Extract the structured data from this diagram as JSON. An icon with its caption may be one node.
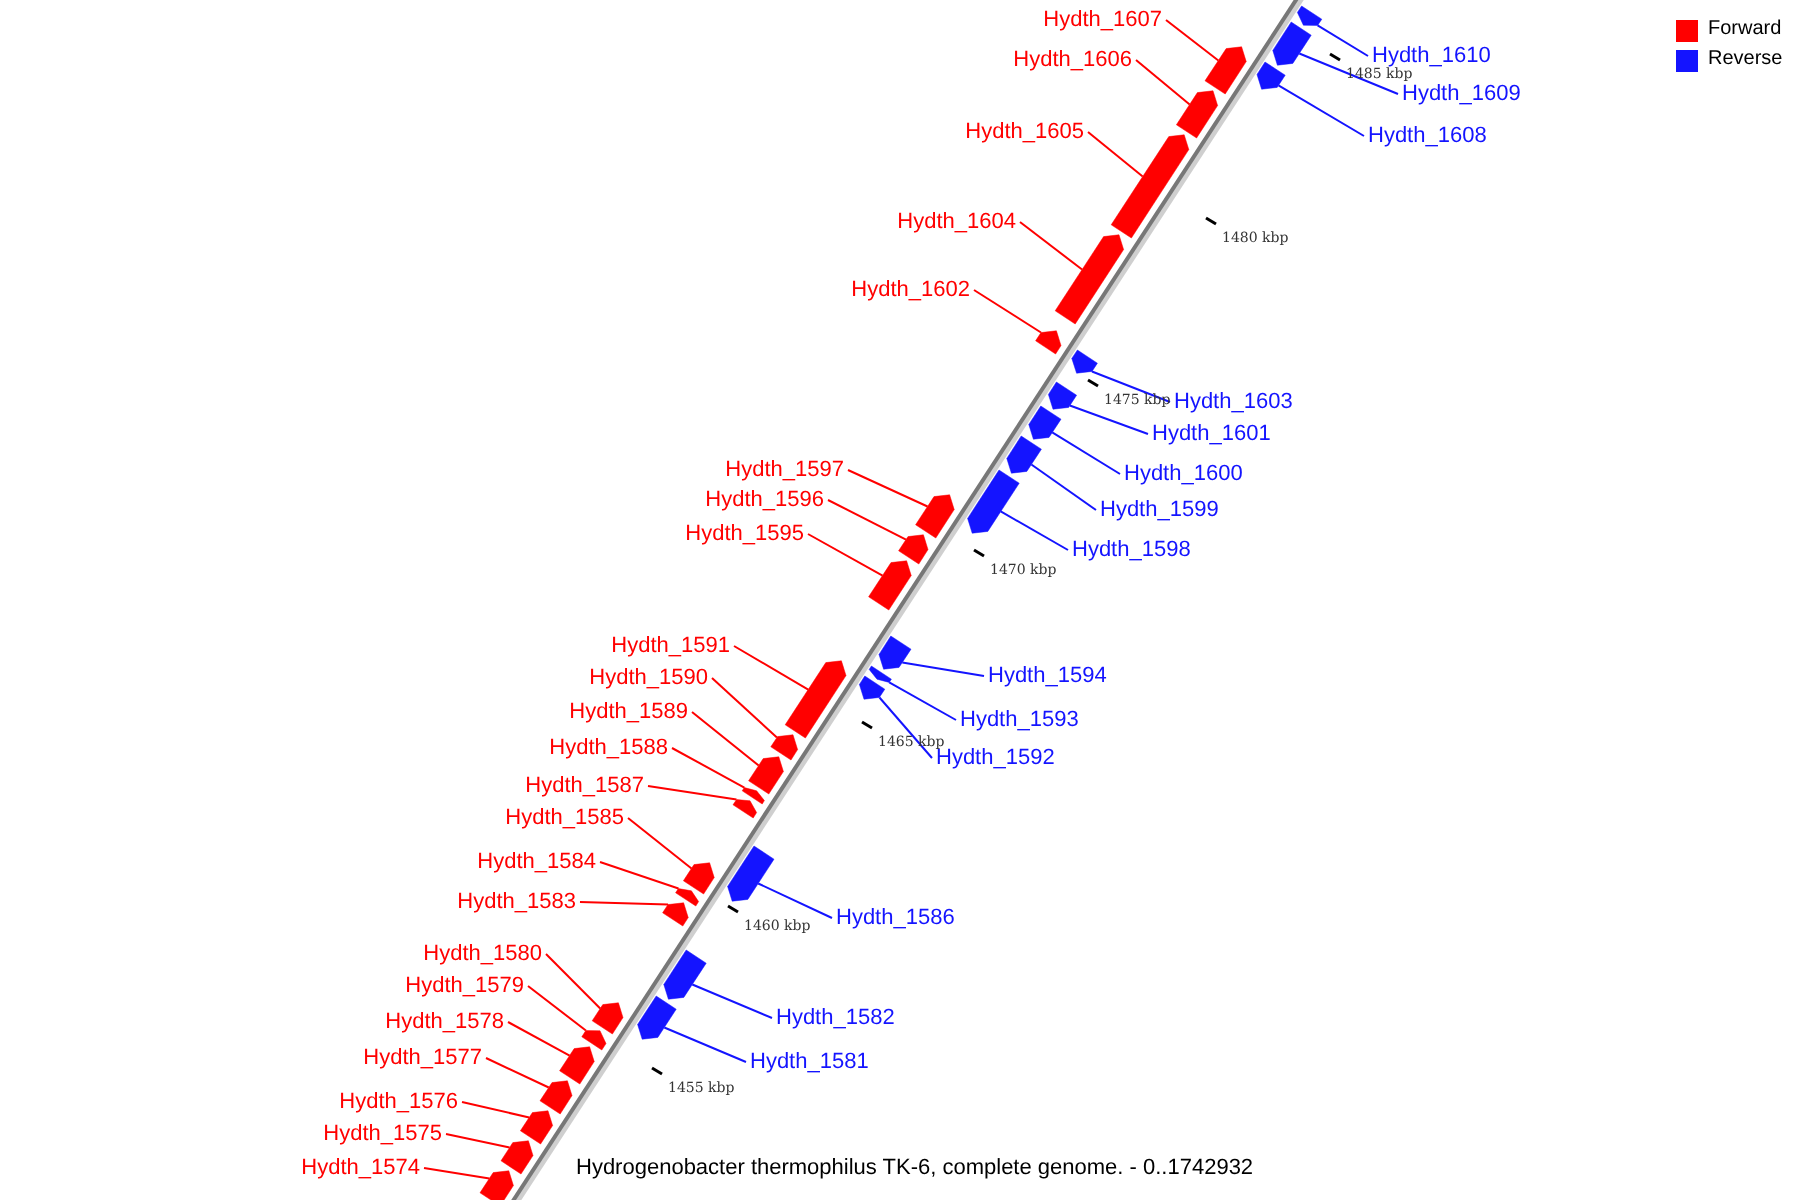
{
  "diagram": {
    "caption": "Hydrogenobacter thermophilus TK-6, complete genome. - 0..1742932",
    "nodes": [
      {
        "text": [
          "Hydth_1607"
        ]
      },
      {
        "text": [],
        "shape": "box"
      },
      {
        "text": [
          "Hydth_1610"
        ]
      },
      {
        "text": [],
        "shape": "box"
      },
      {
        "text": [
          "Hydth_1606"
        ]
      },
      {
        "text": [],
        "shape": "box"
      },
      {
        "text": [
          "Hydth_1609"
        ]
      },
      {
        "text": [],
        "shape": "box"
      },
      {
        "text": [
          "Hydth_1605"
        ]
      },
      {
        "text": [],
        "shape": "box"
      },
      {
        "text": [
          "Hydth_1608"
        ]
      },
      {
        "text": [],
        "shape": "box"
      },
      {
        "text": [
          "Hydth_1604"
        ]
      },
      {
        "text": [],
        "shape": "box"
      },
      {
        "text": [
          "Hydth_1602"
        ]
      },
      {
        "text": [],
        "shape": "box"
      },
      {
        "text": [
          "Hydth_1603"
        ]
      },
      {
        "text": [],
        "shape": "box"
      },
      {
        "text": [
          "Hydth_1601"
        ]
      },
      {
        "text": [],
        "shape": "box"
      },
      {
        "text": [
          "Hydth_1597"
        ]
      },
      {
        "text": [],
        "shape": "box"
      },
      {
        "text": [
          "Hydth_1600"
        ]
      },
      {
        "text": [],
        "shape": "box"
      },
      {
        "text": [
          "Hydth_1596"
        ]
      },
      {
        "text": [],
        "shape": "box"
      },
      {
        "text": [
          "Hydth_1599"
        ]
      },
      {
        "text": [],
        "shape": "box"
      },
      {
        "text": [
          "Hydth_1595"
        ]
      },
      {
        "text": [],
        "shape": "box"
      },
      {
        "text": [
          "Hydth_1598"
        ]
      },
      {
        "text": [],
        "shape": "box"
      },
      {
        "text": [
          "Hydth_1591"
        ]
      },
      {
        "text": [],
        "shape": "box"
      },
      {
        "text": [
          "Hydth_1594"
        ]
      },
      {
        "text": [],
        "shape": "box"
      },
      {
        "text": [
          "Hydth_1590"
        ]
      },
      {
        "text": [],
        "shape": "box"
      },
      {
        "text": [
          "Hydth_1589"
        ]
      },
      {
        "text": [],
        "shape": "box"
      },
      {
        "text": [
          "Hydth_1593"
        ]
      },
      {
        "text": [],
        "shape": "box"
      },
      {
        "text": [
          "Hydth_1588"
        ]
      },
      {
        "text": [],
        "shape": "box"
      },
      {
        "text": [
          "Hydth_1592"
        ]
      },
      {
        "text": [],
        "shape": "box"
      },
      {
        "text": [
          "Hydth_1587"
        ]
      },
      {
        "text": [],
        "shape": "box"
      },
      {
        "text": [
          "Hydth_1585"
        ]
      },
      {
        "text": [],
        "shape": "box"
      },
      {
        "text": [
          "Hydth_1584"
        ]
      },
      {
        "text": [],
        "shape": "box"
      },
      {
        "text": [
          "Hydth_1583"
        ]
      },
      {
        "text": [],
        "shape": "box"
      },
      {
        "text": [
          "Hydth_1586"
        ]
      },
      {
        "text": [],
        "shape": "box"
      },
      {
        "text": [
          "Hydth_1580"
        ]
      },
      {
        "text": [],
        "shape": "box"
      },
      {
        "text": [
          "Hydth_1579"
        ]
      },
      {
        "text": [],
        "shape": "box"
      },
      {
        "text": [
          "Hydth_1582"
        ]
      },
      {
        "text": [],
        "shape": "box"
      },
      {
        "text": [
          "Hydth_1578"
        ]
      },
      {
        "text": [],
        "shape": "box"
      },
      {
        "text": [
          "Hydth_1577"
        ]
      },
      {
        "text": [],
        "shape": "box"
      },
      {
        "text": [
          "Hydth_1581"
        ]
      },
      {
        "text": [],
        "shape": "box"
      },
      {
        "text": [
          "Hydth_1576"
        ]
      },
      {
        "text": [],
        "shape": "box"
      },
      {
        "text": [
          "Hydth_1575"
        ]
      },
      {
        "text": [],
        "shape": "box"
      },
      {
        "text": [
          "Hydth_1574"
        ]
      },
      {
        "text": [],
        "shape": "box"
      }
    ],
    "edges": [
      {
        "from": 0,
        "to": 1,
        "arrow": "none"
      },
      {
        "from": 2,
        "to": 3,
        "arrow": "none",
        "color": "#1414ff"
      },
      {
        "from": 4,
        "to": 5,
        "arrow": "none"
      },
      {
        "from": 6,
        "to": 7,
        "arrow": "none",
        "color": "#1414ff"
      },
      {
        "from": 8,
        "to": 9,
        "arrow": "none"
      },
      {
        "from": 10,
        "to": 11,
        "arrow": "none",
        "color": "#1414ff"
      },
      {
        "from": 12,
        "to": 13,
        "arrow": "none"
      },
      {
        "from": 14,
        "to": 15,
        "arrow": "none"
      },
      {
        "from": 16,
        "to": 17,
        "arrow": "none",
        "color": "#1414ff"
      },
      {
        "from": 18,
        "to": 19,
        "arrow": "none",
        "color": "#1414ff"
      },
      {
        "from": 20,
        "to": 21,
        "arrow": "none"
      },
      {
        "from": 22,
        "to": 23,
        "arrow": "none",
        "color": "#1414ff"
      },
      {
        "from": 24,
        "to": 25,
        "arrow": "none"
      },
      {
        "from": 26,
        "to": 27,
        "arrow": "none",
        "color": "#1414ff"
      },
      {
        "from": 28,
        "to": 29,
        "arrow": "none"
      },
      {
        "from": 30,
        "to": 31,
        "arrow": "none",
        "color": "#1414ff"
      },
      {
        "from": 32,
        "to": 33,
        "arrow": "none"
      },
      {
        "from": 34,
        "to": 35,
        "arrow": "none",
        "color": "#1414ff"
      },
      {
        "from": 36,
        "to": 37,
        "arrow": "none"
      },
      {
        "from": 38,
        "to": 39,
        "arrow": "none"
      },
      {
        "from": 40,
        "to": 41,
        "arrow": "none",
        "color": "#1414ff"
      },
      {
        "from": 42,
        "to": 43,
        "arrow": "none"
      },
      {
        "from": 44,
        "to": 45,
        "arrow": "none",
        "color": "#1414ff"
      },
      {
        "from": 46,
        "to": 47,
        "arrow": "none"
      },
      {
        "from": 48,
        "to": 49,
        "arrow": "none"
      },
      {
        "from": 50,
        "to": 51,
        "arrow": "none"
      },
      {
        "from": 52,
        "to": 53,
        "arrow": "none"
      },
      {
        "from": 54,
        "to": 55,
        "arrow": "none",
        "color": "#1414ff"
      },
      {
        "from": 56,
        "to": 57,
        "arrow": "none"
      },
      {
        "from": 58,
        "to": 59,
        "arrow": "none"
      },
      {
        "from": 60,
        "to": 61,
        "arrow": "none",
        "color": "#1414ff"
      },
      {
        "from": 62,
        "to": 63,
        "arrow": "none"
      },
      {
        "from": 64,
        "to": 65,
        "arrow": "none"
      },
      {
        "from": 66,
        "to": 67,
        "arrow": "none",
        "color": "#1414ff"
      },
      {
        "from": 68,
        "to": 69,
        "arrow": "none"
      },
      {
        "from": 70,
        "to": 71,
        "arrow": "none"
      },
      {
        "from": 72,
        "to": 73,
        "arrow": "none"
      }
    ],
    "labels": [
      "1485 kbp",
      "1480 kbp",
      "1475 kbp",
      "1470 kbp",
      "1465 kbp",
      "1460 kbp",
      "1455 kbp"
    ],
    "legend": [
      {
        "text": "Forward",
        "color": "#ff0000"
      },
      {
        "text": "Reverse",
        "color": "#1414ff"
      }
    ]
  }
}
